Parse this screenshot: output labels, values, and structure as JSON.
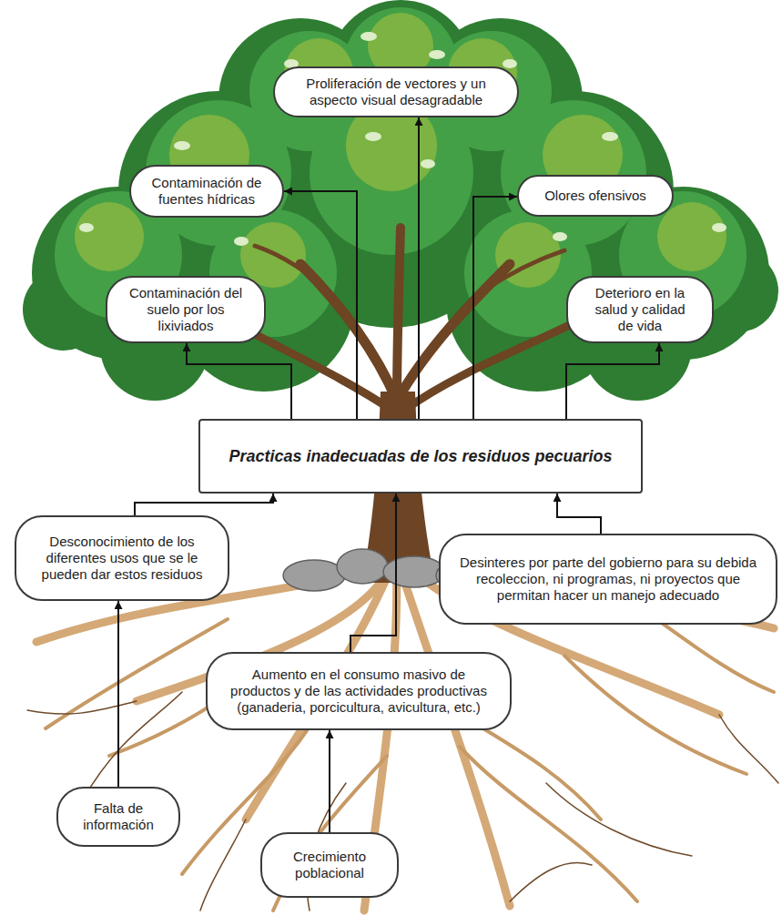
{
  "diagram": {
    "nodes": [
      {
        "text": [
          "Proliferación de vectores y un aspecto visual desagradable"
        ]
      },
      {
        "text": [
          "Contaminación de fuentes hídricas"
        ]
      },
      {
        "text": [
          "Olores ofensivos"
        ]
      },
      {
        "text": [
          "Contaminación del suelo por los lixiviados"
        ]
      },
      {
        "text": [
          "Deterioro en la salud y calidad de vida"
        ]
      },
      {
        "text": [
          "Practicas inadecuadas de los residuos pecuarios"
        ]
      },
      {
        "text": [
          "Desconocimiento de los diferentes usos que se le pueden dar estos residuos"
        ]
      },
      {
        "text": [
          "Desinteres por parte del gobierno para su debida recoleccion, ni programas, ni proyectos que permitan hacer un manejo adecuado"
        ]
      },
      {
        "text": [
          "Aumento en el consumo masivo de productos y de las actividades productivas (ganaderia, porcicultura, avicultura, etc.)"
        ]
      },
      {
        "text": [
          "Falta de información"
        ]
      },
      {
        "text": [
          "Crecimiento poblacional"
        ]
      }
    ],
    "edges": [
      {
        "from": 5,
        "to": 0,
        "arrow": "to"
      },
      {
        "from": 5,
        "to": 1,
        "arrow": "to"
      },
      {
        "from": 5,
        "to": 2,
        "arrow": "to"
      },
      {
        "from": 5,
        "to": 3,
        "arrow": "to"
      },
      {
        "from": 5,
        "to": 4,
        "arrow": "to"
      },
      {
        "from": 6,
        "to": 5,
        "arrow": "to"
      },
      {
        "from": 7,
        "to": 5,
        "arrow": "to"
      },
      {
        "from": 8,
        "to": 5,
        "arrow": "to"
      },
      {
        "from": 9,
        "to": 6,
        "arrow": "to"
      },
      {
        "from": 10,
        "to": 8,
        "arrow": "to"
      }
    ]
  }
}
